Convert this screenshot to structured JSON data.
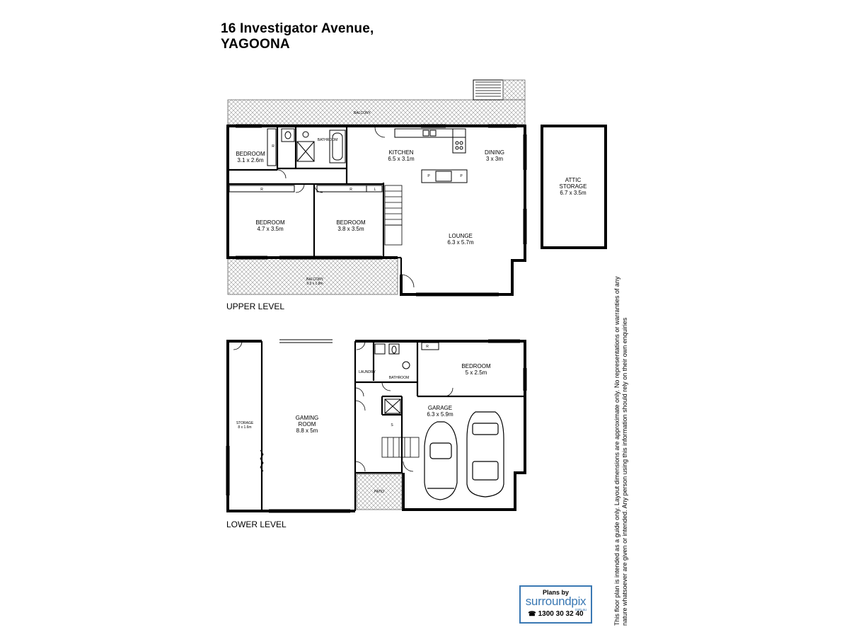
{
  "header": {
    "address_line1": "16 Investigator Avenue,",
    "address_line2": "YAGOONA"
  },
  "levels": {
    "upper": "UPPER LEVEL",
    "lower": "LOWER LEVEL"
  },
  "rooms": {
    "balcony_top": "BALCONY",
    "bedroom1_name": "BEDROOM",
    "bedroom1_size": "3.1 x 2.6m",
    "bathroom_upper": "BATHROOM",
    "kitchen_name": "KITCHEN",
    "kitchen_size": "6.5 x 3.1m",
    "dining_name": "DINING",
    "dining_size": "3 x 3m",
    "attic_name1": "ATTIC",
    "attic_name2": "STORAGE",
    "attic_size": "6.7 x 3.5m",
    "bedroom2_name": "BEDROOM",
    "bedroom2_size": "4.7 x 3.5m",
    "bedroom3_name": "BEDROOM",
    "bedroom3_size": "3.8 x 3.5m",
    "lounge_name": "LOUNGE",
    "lounge_size": "6.3 x 5.7m",
    "balcony_bottom": "BALCONY",
    "balcony_bottom_size": "9.5 x 1.8m",
    "storage_name": "STORAGE",
    "storage_size": "8 x 1.6m",
    "gaming_name1": "GAMING",
    "gaming_name2": "ROOM",
    "gaming_size": "8.8 x 5m",
    "laundry": "LAUNDRY",
    "bathroom_lower": "BATHROOM",
    "bedroom4_name": "BEDROOM",
    "bedroom4_size": "5 x 2.5m",
    "garage_name": "GARAGE",
    "garage_size": "6.3 x 5.9m",
    "patio": "PATIO"
  },
  "fixtures": {
    "robe": "R",
    "linen": "L",
    "pantry": "P",
    "store": "S"
  },
  "disclaimer": "This floor plan is intended as a guide only. Layout dimensions are approximate only. No representations or warranties of any nature whatsoever are given or intended. Any person using this information should rely on their own enquiries",
  "logo": {
    "top": "Plans by",
    "brand": "surroundpix",
    "sub": "com.au",
    "phone": "1300 30 32 40",
    "phone_icon": "phone-icon",
    "accent_color": "#3a78b3"
  }
}
